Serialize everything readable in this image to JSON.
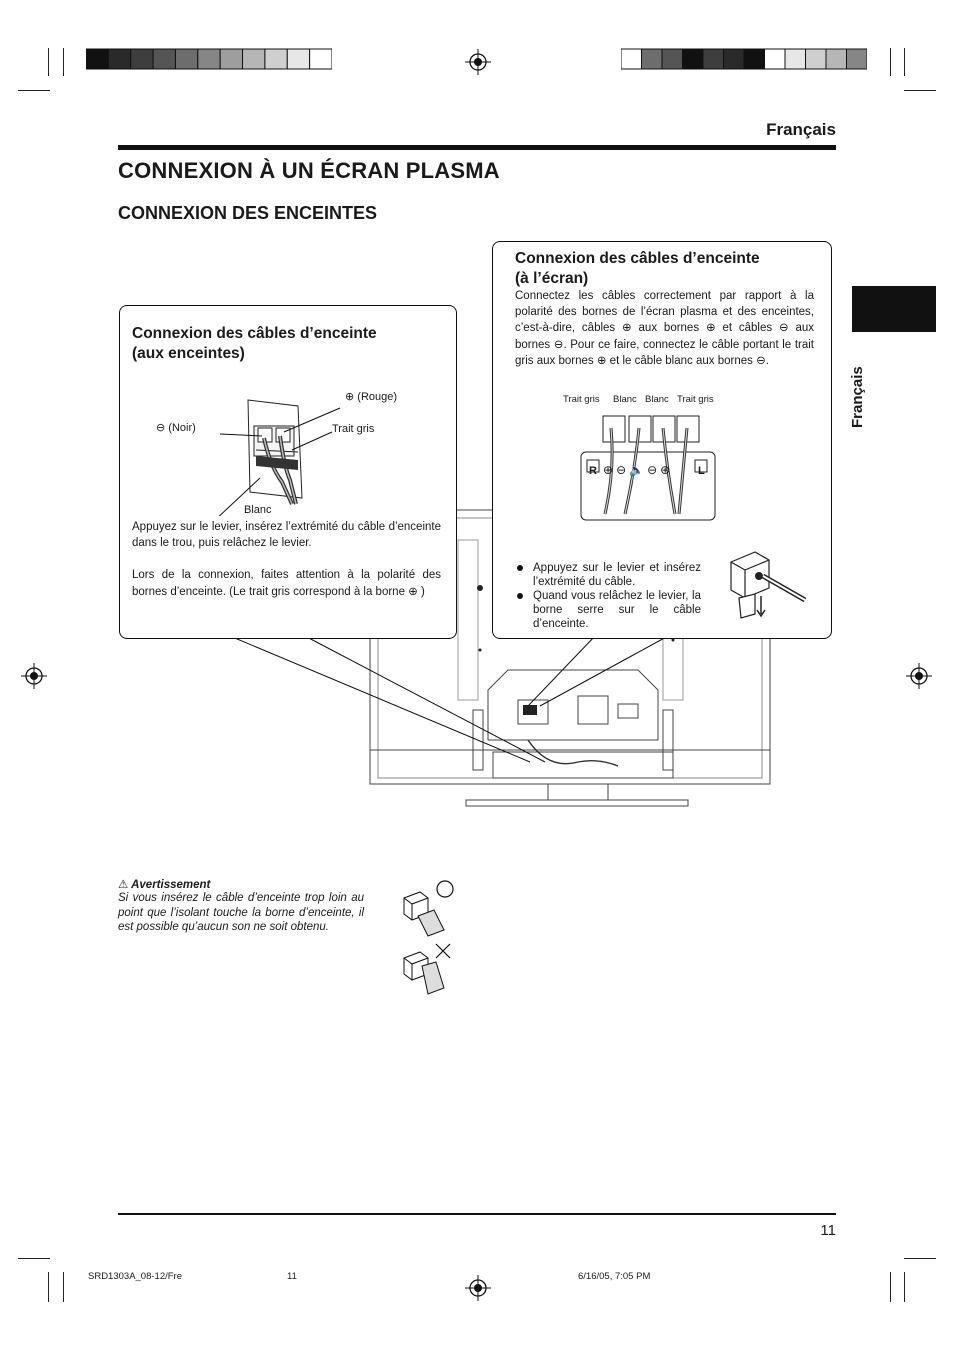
{
  "header": {
    "language": "Français",
    "title": "CONNEXION À UN ÉCRAN PLASMA",
    "subtitle": "CONNEXION DES ENCEINTES",
    "side_tab_label": "Français",
    "color_bar_left": [
      "#111111",
      "#2a2a2a",
      "#3e3e3e",
      "#555555",
      "#6d6d6d",
      "#868686",
      "#9e9e9e",
      "#b6b6b6",
      "#cfcfcf",
      "#e7e7e7",
      "#ffffff"
    ],
    "color_bar_right": [
      "#ffffff",
      "#6d6d6d",
      "#555555",
      "#111111",
      "#3e3e3e",
      "#2a2a2a",
      "#111111",
      "#ffffff",
      "#e7e7e7",
      "#cfcfcf",
      "#b6b6b6",
      "#868686"
    ]
  },
  "box_speakers": {
    "title_line1": "Connexion des câbles d’enceinte",
    "title_line2": "(aux enceintes)",
    "label_plus": "(Rouge)",
    "label_minus": "(Noir)",
    "label_gray": "Trait gris",
    "label_white": "Blanc",
    "para1": "Appuyez sur le levier, insérez l’extrémité du câble d’enceinte dans le trou, puis relâchez le levier.",
    "para2": "Lors de la connexion, faites attention à la polarité des bornes d’enceinte. (Le trait gris correspond à la borne",
    "para2_end": ")"
  },
  "box_screen": {
    "title_line1": "Connexion des câbles d’enceinte",
    "title_line2": "(à l’écran)",
    "text_1": "Connectez les câbles correctement par rapport à la polarité des bornes de l’écran plasma et des enceintes, c’est-à-dire, câbles",
    "text_2": "aux bornes",
    "text_3": "et câbles",
    "text_4": "aux bornes",
    "text_5": ". Pour ce faire, connectez le câble portant le trait gris aux bornes",
    "text_6": "et le câble blanc aux bornes",
    "text_7": ".",
    "terminal_labels": [
      "Trait gris",
      "Blanc",
      "Blanc",
      "Trait gris"
    ],
    "terminal_r": "R",
    "terminal_l": "L",
    "bullets": [
      "Appuyez sur le levier et insérez l’extrémité du câble.",
      "Quand vous relâchez le levier, la borne serre sur le câble d’enceinte."
    ]
  },
  "warning": {
    "title": "Avertissement",
    "text": "Si vous insérez le câble d’enceinte trop loin au point que l’isolant touche la borne d’enceinte, il est possible qu’aucun son ne soit obtenu."
  },
  "footer": {
    "page_number": "11",
    "file": "SRD1303A_08-12/Fre",
    "page_ref": "11",
    "timestamp": "6/16/05, 7:05 PM"
  }
}
